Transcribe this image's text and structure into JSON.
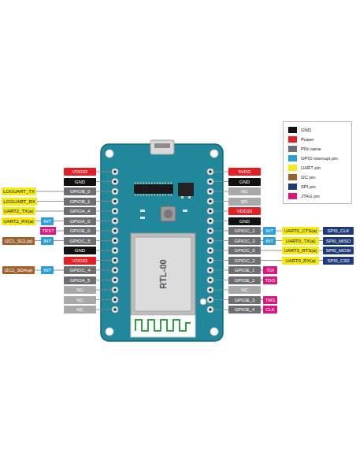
{
  "diagram": {
    "nodes": [
      {
        "text": [
          "VDD33"
        ]
      },
      {
        "text": [
          "GND"
        ]
      },
      {
        "text": [
          "LOGUART_TX"
        ]
      },
      {
        "text": [
          "GPIOB_0"
        ]
      },
      {
        "text": [
          "LOGUART_RX"
        ]
      },
      {
        "text": [
          "GPIOB_1"
        ]
      },
      {
        "text": [
          "UART2_TX(a)"
        ]
      },
      {
        "text": [
          "GPIOA_4"
        ]
      },
      {
        "text": [
          "UART2_RX(a)"
        ]
      },
      {
        "text": [
          "INT"
        ]
      },
      {
        "text": [
          "GPIOA_0"
        ]
      },
      {
        "text": [
          "TRST"
        ]
      },
      {
        "text": [
          "GPIOE_0"
        ]
      },
      {
        "text": [
          "I2C1_SCL(a)"
        ]
      },
      {
        "text": [
          "INT"
        ]
      },
      {
        "text": [
          "GPIOC_5"
        ]
      },
      {
        "text": [
          "GND"
        ]
      },
      {
        "text": [
          "VDD33"
        ]
      },
      {
        "text": [
          "I2C1_SDA(a)"
        ]
      },
      {
        "text": [
          "INT"
        ]
      },
      {
        "text": [
          "GPIOC_4"
        ]
      },
      {
        "text": [
          "GPIOA_5"
        ]
      },
      {
        "text": [
          "NC"
        ]
      },
      {
        "text": [
          "NC"
        ]
      },
      {
        "text": [
          "NC"
        ]
      },
      {
        "text": [
          "5VDD"
        ]
      },
      {
        "text": [
          "GND"
        ]
      },
      {
        "text": [
          "NC"
        ]
      },
      {
        "text": [
          "EN"
        ]
      },
      {
        "text": [
          "VDD33"
        ]
      },
      {
        "text": [
          "GND"
        ]
      },
      {
        "text": [
          "GPIOC_1"
        ]
      },
      {
        "text": [
          "INT"
        ]
      },
      {
        "text": [
          "UART0_CTS(a)"
        ]
      },
      {
        "text": [
          "SPI0_CLK"
        ]
      },
      {
        "text": [
          "GPIOC_3"
        ]
      },
      {
        "text": [
          "INT"
        ]
      },
      {
        "text": [
          "UART0_TX(a)"
        ]
      },
      {
        "text": [
          "SPI0_MISO"
        ]
      },
      {
        "text": [
          "GPIOC_0"
        ]
      },
      {
        "text": [
          "UART0_RTS(a)"
        ]
      },
      {
        "text": [
          "SPI0_MOSI"
        ]
      },
      {
        "text": [
          "GPIOC_2"
        ]
      },
      {
        "text": [
          "UART0_RX(a)"
        ]
      },
      {
        "text": [
          "SPI0_CS0"
        ]
      },
      {
        "text": [
          "GPIOE_1"
        ]
      },
      {
        "text": [
          "TDI"
        ]
      },
      {
        "text": [
          "GPIOE_2"
        ]
      },
      {
        "text": [
          "TDO"
        ]
      },
      {
        "text": [
          "NC"
        ]
      },
      {
        "text": [
          "GPIOE_3"
        ]
      },
      {
        "text": [
          "TMS"
        ]
      },
      {
        "text": [
          "GPIOE_4"
        ]
      },
      {
        "text": [
          "CLK"
        ]
      }
    ],
    "edges": [
      {
        "from": 2,
        "to": 3,
        "arrow": "none"
      },
      {
        "from": 4,
        "to": 5,
        "arrow": "none"
      },
      {
        "from": 6,
        "to": 7,
        "arrow": "none"
      },
      {
        "from": 8,
        "to": 9,
        "arrow": "none"
      },
      {
        "from": 9,
        "to": 10,
        "arrow": "none"
      },
      {
        "from": 11,
        "to": 12,
        "arrow": "none"
      },
      {
        "from": 13,
        "to": 14,
        "arrow": "none"
      },
      {
        "from": 14,
        "to": 15,
        "arrow": "none"
      },
      {
        "from": 18,
        "to": 19,
        "arrow": "none"
      },
      {
        "from": 19,
        "to": 20,
        "arrow": "none"
      },
      {
        "from": 31,
        "to": 32,
        "arrow": "none"
      },
      {
        "from": 32,
        "to": 33,
        "arrow": "none"
      },
      {
        "from": 33,
        "to": 34,
        "arrow": "none"
      },
      {
        "from": 35,
        "to": 36,
        "arrow": "none"
      },
      {
        "from": 36,
        "to": 37,
        "arrow": "none"
      },
      {
        "from": 37,
        "to": 38,
        "arrow": "none"
      },
      {
        "from": 39,
        "to": 40,
        "arrow": "none"
      },
      {
        "from": 40,
        "to": 41,
        "arrow": "none"
      },
      {
        "from": 42,
        "to": 43,
        "arrow": "none"
      },
      {
        "from": 43,
        "to": 44,
        "arrow": "none"
      },
      {
        "from": 45,
        "to": 46,
        "arrow": "none"
      },
      {
        "from": 47,
        "to": 48,
        "arrow": "none"
      },
      {
        "from": 50,
        "to": 51,
        "arrow": "none"
      },
      {
        "from": 52,
        "to": 53,
        "arrow": "none"
      }
    ],
    "labels": [
      "RTL-00"
    ],
    "legend": [
      {
        "text": "GND",
        "color": "#111111"
      },
      {
        "text": "Power",
        "color": "#e31e24"
      },
      {
        "text": "PIN name",
        "color": "#6d6e71"
      },
      {
        "text": "GPIO interrupt pin",
        "color": "#2a9fd8"
      },
      {
        "text": "UART pin",
        "color": "#f5ea14"
      },
      {
        "text": "I2C pin",
        "color": "#a0622d"
      },
      {
        "text": "SPI pin",
        "color": "#1e3a78"
      },
      {
        "text": "JTAG pin",
        "color": "#d8187f"
      }
    ]
  }
}
